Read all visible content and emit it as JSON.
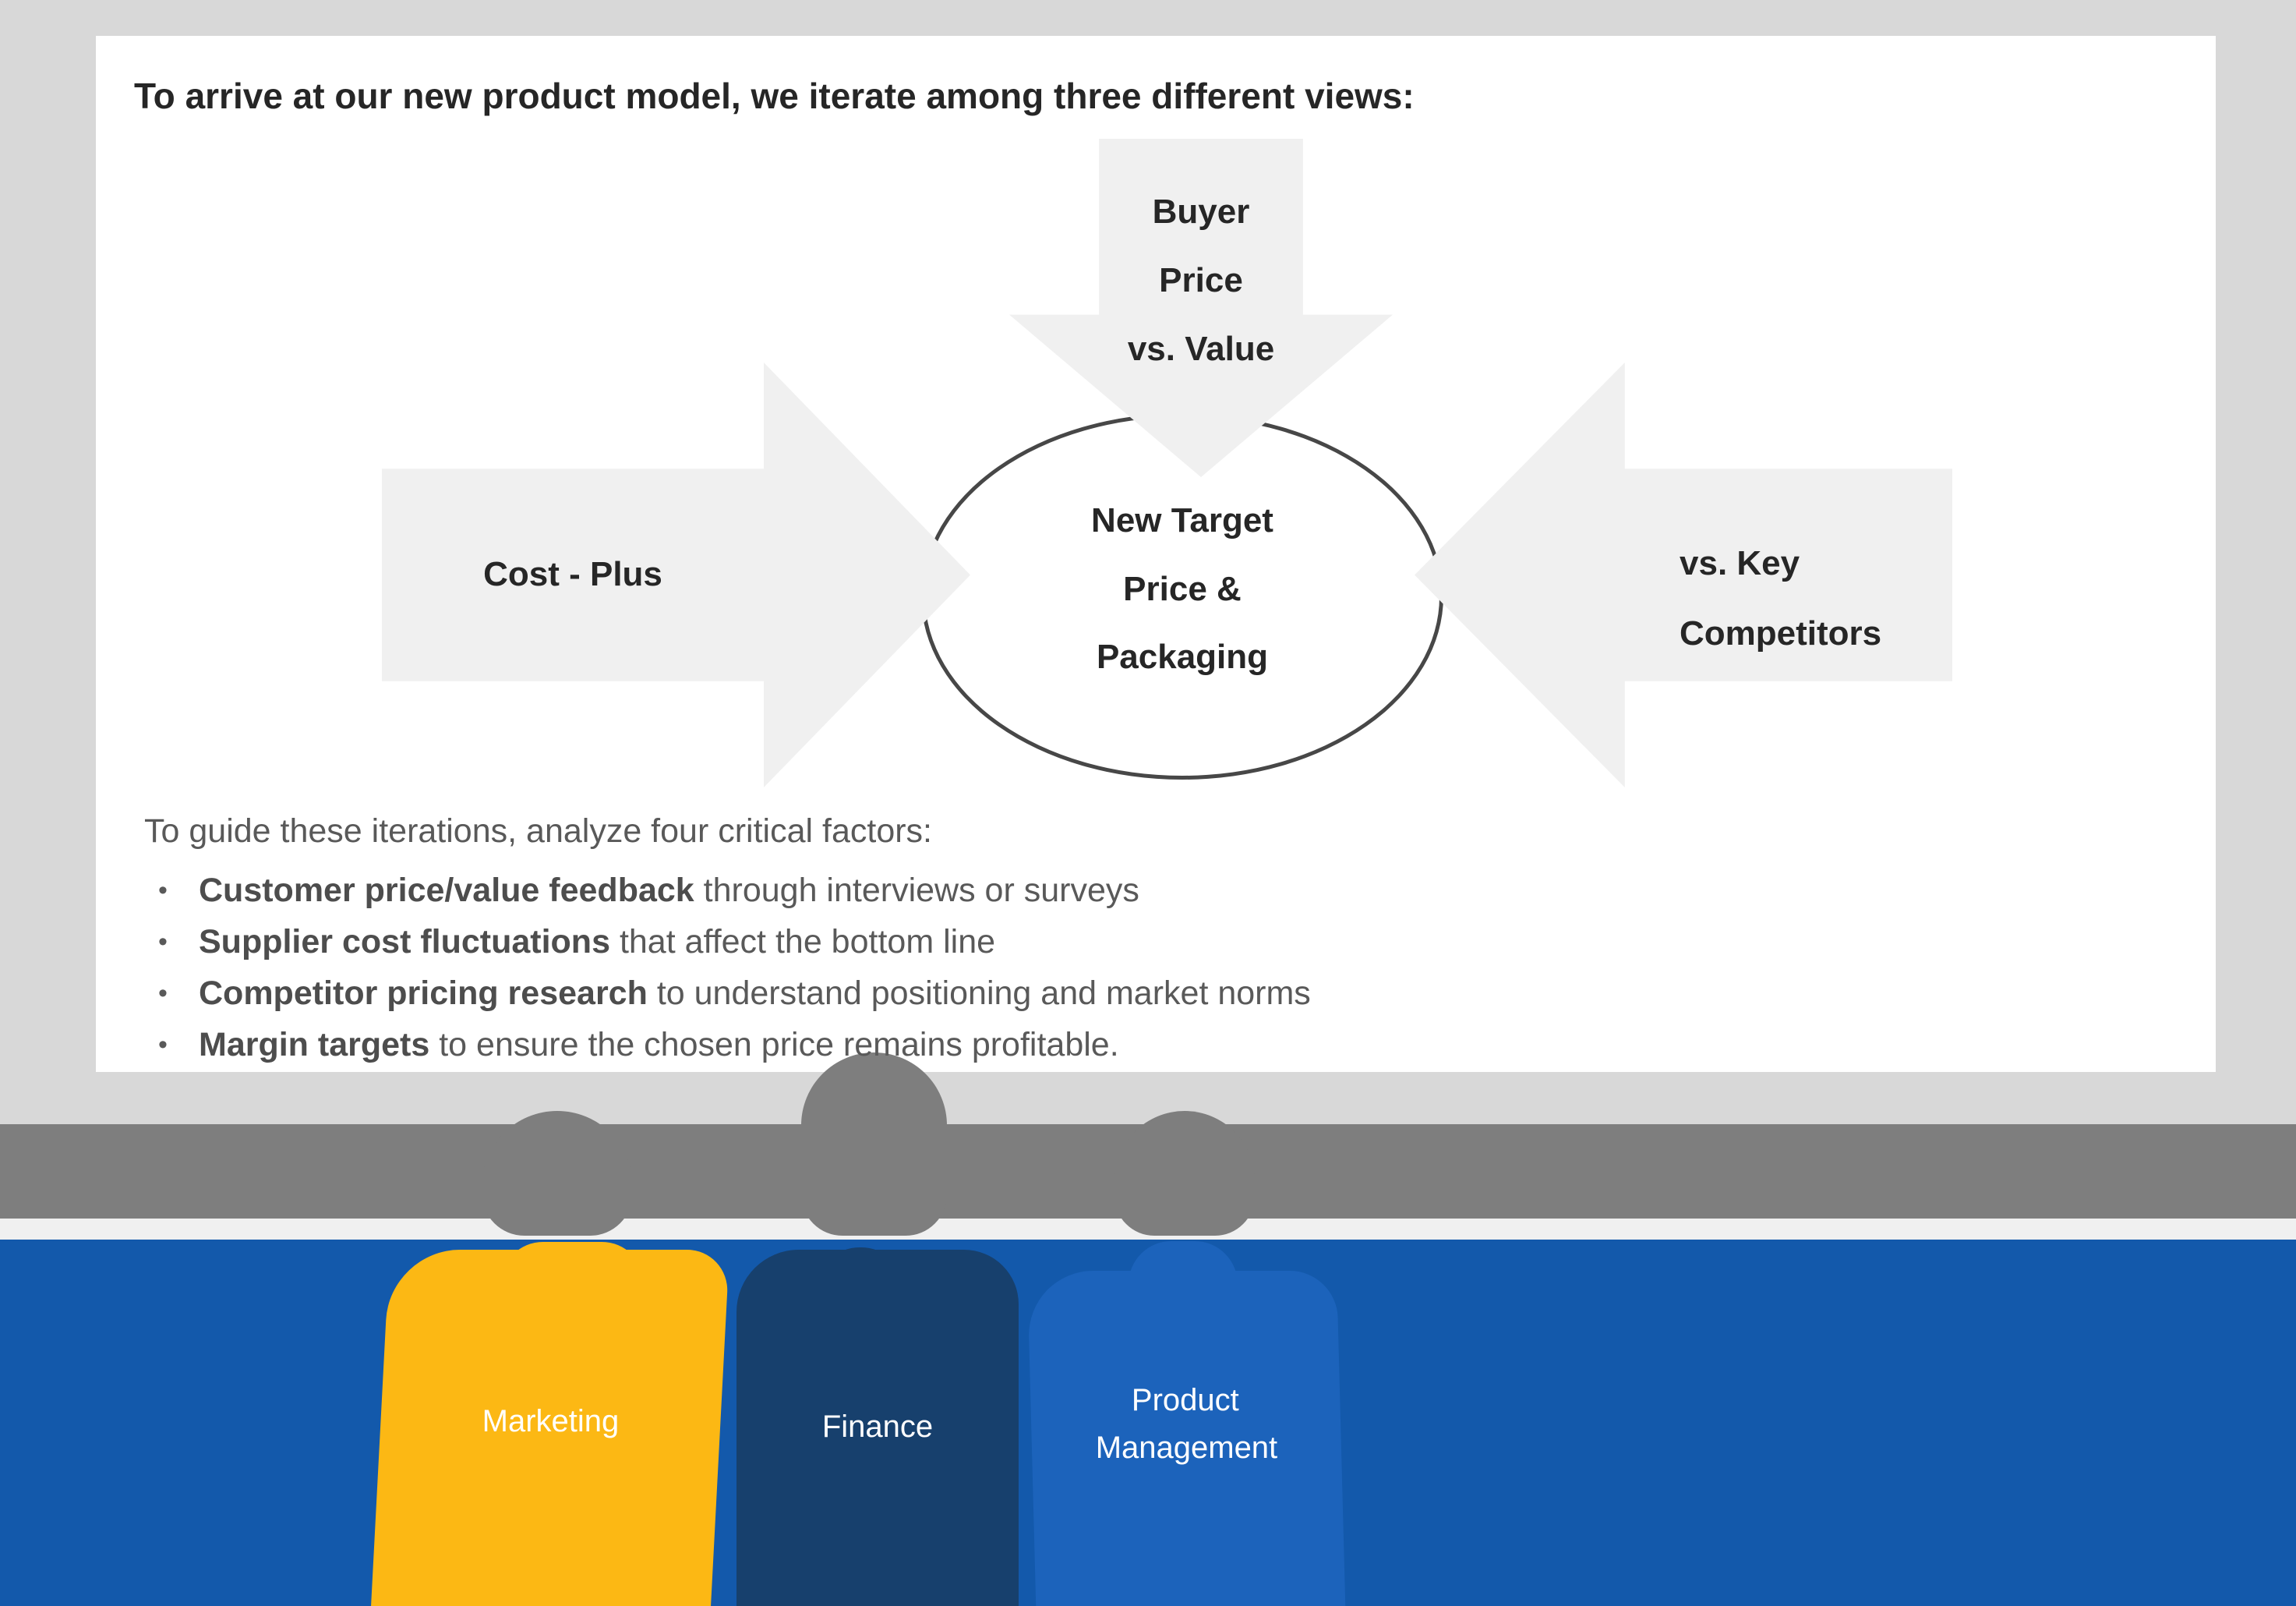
{
  "slide": {
    "title": "To arrive at our new product model, we iterate among three different views:",
    "arrows": {
      "top": {
        "lines": [
          "Buyer",
          "Price",
          "vs. Value"
        ]
      },
      "left": {
        "label": "Cost - Plus"
      },
      "right": {
        "lines": [
          "vs. Key",
          "Competitors"
        ]
      }
    },
    "center_ellipse": {
      "lines": [
        "New Target",
        "Price &",
        "Packaging"
      ]
    },
    "factors": {
      "intro": "To guide these iterations, analyze four critical factors:",
      "bullet_char": "•",
      "items": [
        {
          "lead": "Customer price/value feedback",
          "rest": " through interviews or surveys"
        },
        {
          "lead": "Supplier cost fluctuations",
          "rest": " that affect the bottom line"
        },
        {
          "lead": "Competitor pricing research",
          "rest": " to understand positioning and market norms"
        },
        {
          "lead": "Margin targets",
          "rest": " to ensure the chosen price remains profitable."
        }
      ]
    }
  },
  "teams": {
    "marketing": {
      "label": "Marketing",
      "color": "#FCB814"
    },
    "finance": {
      "label": "Finance",
      "color": "#17406D"
    },
    "product_management": {
      "lines": [
        "Product",
        "Management"
      ],
      "color": "#1C63BB"
    }
  },
  "colors": {
    "page_bg": "#D8D8D8",
    "card_bg": "#FFFFFF",
    "arrow_fill": "#F0F0F0",
    "ellipse_stroke": "#474747",
    "title_text": "#262626",
    "body_text": "#595959",
    "bar": "#7E7E7E",
    "finger": "#7E7E7E",
    "strip": "#F0F0F0",
    "footer_bg": "#1359AB",
    "label_text": "#FFFFFF",
    "marketing": "#FCB814",
    "finance": "#17406D",
    "product": "#1C63BB"
  }
}
